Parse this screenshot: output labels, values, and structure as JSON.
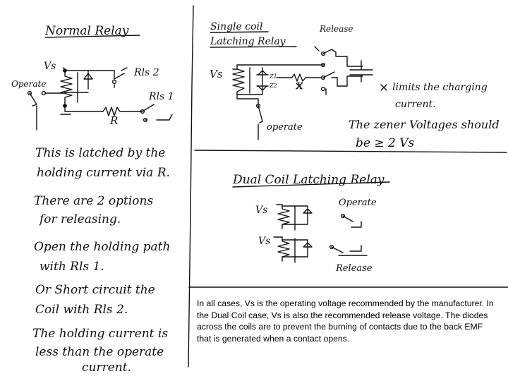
{
  "normal_relay": {
    "title": "Normal Relay",
    "labels": {
      "vs": "Vs",
      "operate": "Operate",
      "rls2": "Rls 2",
      "rls1": "Rls 1",
      "r": "R"
    },
    "notes": [
      "This is latched by the",
      "holding current via R.",
      "There are 2 options",
      "for releasing.",
      "Open the holding path",
      "with Rls 1.",
      "Or Short circuit the",
      "Coil with Rls 2.",
      "The holding current is",
      "less than the operate",
      "current."
    ]
  },
  "single_coil": {
    "title_line1": "Single coil",
    "title_line2": "Latching Relay",
    "labels": {
      "release": "Release",
      "vs": "Vs",
      "z1": "Z1",
      "z2": "Z2",
      "x": "X",
      "operate": "operate"
    },
    "notes": {
      "x_note_line1": "limits the charging",
      "x_note_line2": "current.",
      "zener_line1": "The zener Voltages should",
      "zener_line2": "be ≥ 2 Vs"
    }
  },
  "dual_coil": {
    "title": "Dual Coil Latching Relay",
    "labels": {
      "vs_top": "Vs",
      "vs_bottom": "Vs",
      "operate": "Operate",
      "release": "Release"
    }
  },
  "typed_note": "In all cases, Vs is the operating voltage recommended by the manufacturer.  In the Dual Coil case, Vs is also the recommended release voltage.  The diodes across the coils are to prevent the burning of contacts due to the back EMF that is generated when a contact opens."
}
